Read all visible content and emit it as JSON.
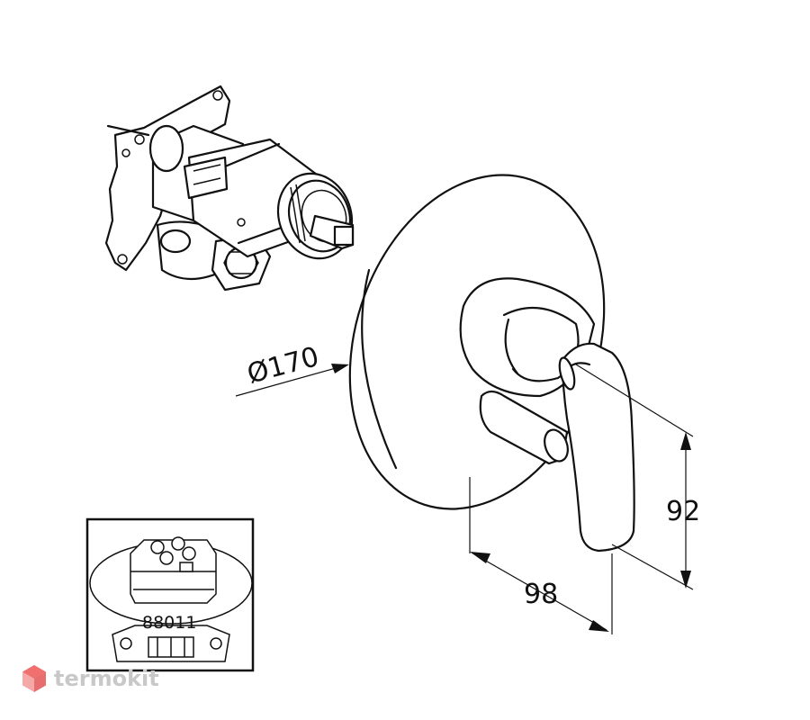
{
  "dimensions": {
    "diameter": "Ø170",
    "width": "98",
    "height": "92"
  },
  "inset": {
    "part_number": "88011"
  },
  "watermark": {
    "text": "termokit",
    "colors": {
      "hex_light": "#f4a8a8",
      "hex_mid": "#f07070",
      "hex_dark": "#e05555",
      "text": "#c8c8c8"
    }
  }
}
